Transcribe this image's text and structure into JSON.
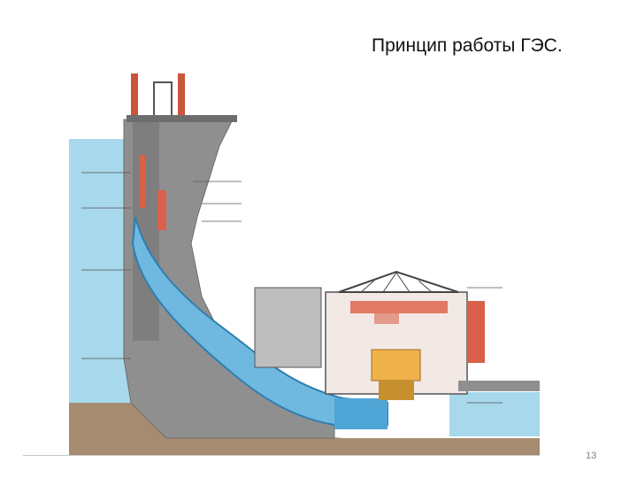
{
  "slide": {
    "title": "Принцип работы ГЭС.",
    "page_number": "13"
  },
  "colors": {
    "water": "#9fd3ea",
    "water_deep": "#3f9fd0",
    "concrete": "#8e8e8e",
    "concrete_light": "#b5b5b5",
    "machinery_red": "#d2553b",
    "ground": "#9a8266"
  },
  "diagram": {
    "subject": "hydroelectric-power-plant-cross-section"
  }
}
